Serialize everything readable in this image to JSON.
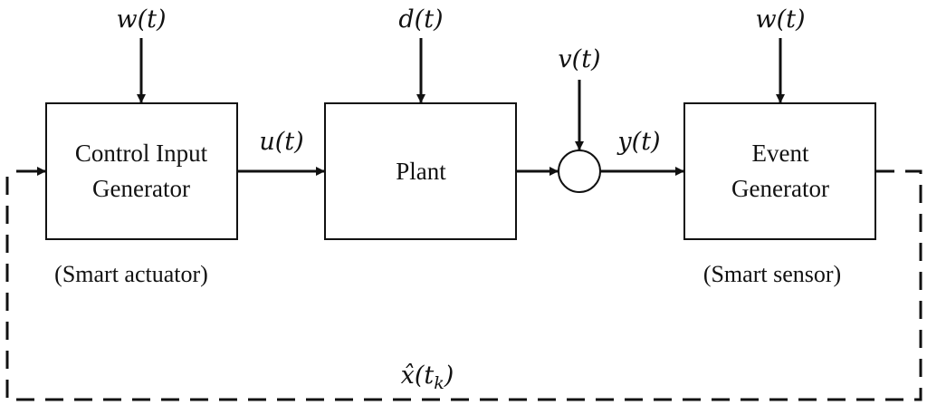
{
  "blocks": {
    "controller": {
      "line1": "Control Input",
      "line2": "Generator",
      "caption": "(Smart actuator)"
    },
    "plant": {
      "label": "Plant"
    },
    "event_generator": {
      "line1": "Event",
      "line2": "Generator",
      "caption": "(Smart sensor)"
    }
  },
  "signals": {
    "w_left": "w(t)",
    "d": "d(t)",
    "v": "v(t)",
    "w_right": "w(t)",
    "u": "u(t)",
    "y": "y(t)",
    "feedback_main": "x̂(t",
    "feedback_sub": "k",
    "feedback_close": ")"
  }
}
